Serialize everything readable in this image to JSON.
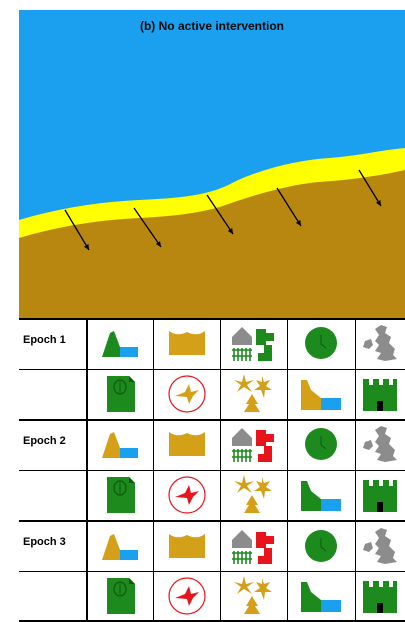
{
  "title": "(b) No active intervention",
  "colors": {
    "sea": "#1aa0ee",
    "beach": "#ffff00",
    "land": "#b78710",
    "arrow": "#000000",
    "amber": "#d4a017",
    "green": "#1d8a1d",
    "red": "#e8141c",
    "grey": "#8c8c8c",
    "blue": "#1aa0ee"
  },
  "epochs": [
    {
      "label": "Epoch 1",
      "rows": [
        [
          {
            "icon": "cliff-icon",
            "tone": "green"
          },
          {
            "icon": "landform-icon",
            "tone": "amber"
          },
          {
            "icon": "buildings-icon",
            "tone": "grey-green"
          },
          {
            "icon": "circle-icon",
            "tone": "green"
          },
          {
            "icon": "uk-map-icon",
            "tone": "grey"
          }
        ],
        [
          {
            "icon": "document-icon",
            "tone": "green"
          },
          {
            "icon": "bird-icon",
            "tone": "amber"
          },
          {
            "icon": "plants-icon",
            "tone": "amber"
          },
          {
            "icon": "coast-icon",
            "tone": "amber"
          },
          {
            "icon": "castle-icon",
            "tone": "green"
          }
        ]
      ]
    },
    {
      "label": "Epoch 2",
      "rows": [
        [
          {
            "icon": "cliff-icon",
            "tone": "amber"
          },
          {
            "icon": "landform-icon",
            "tone": "amber"
          },
          {
            "icon": "buildings-icon",
            "tone": "grey-red"
          },
          {
            "icon": "circle-icon",
            "tone": "green"
          },
          {
            "icon": "uk-map-icon",
            "tone": "grey"
          }
        ],
        [
          {
            "icon": "document-icon",
            "tone": "green"
          },
          {
            "icon": "bird-icon",
            "tone": "red"
          },
          {
            "icon": "plants-icon",
            "tone": "amber"
          },
          {
            "icon": "coast-icon",
            "tone": "green"
          },
          {
            "icon": "castle-icon",
            "tone": "green"
          }
        ]
      ]
    },
    {
      "label": "Epoch 3",
      "rows": [
        [
          {
            "icon": "cliff-icon",
            "tone": "amber"
          },
          {
            "icon": "landform-icon",
            "tone": "amber"
          },
          {
            "icon": "buildings-icon",
            "tone": "grey-red"
          },
          {
            "icon": "circle-icon",
            "tone": "green"
          },
          {
            "icon": "uk-map-icon",
            "tone": "grey"
          }
        ],
        [
          {
            "icon": "document-icon",
            "tone": "green"
          },
          {
            "icon": "bird-icon",
            "tone": "red"
          },
          {
            "icon": "plants-icon",
            "tone": "amber"
          },
          {
            "icon": "coast-icon",
            "tone": "green"
          },
          {
            "icon": "castle-icon",
            "tone": "green"
          }
        ]
      ]
    }
  ]
}
